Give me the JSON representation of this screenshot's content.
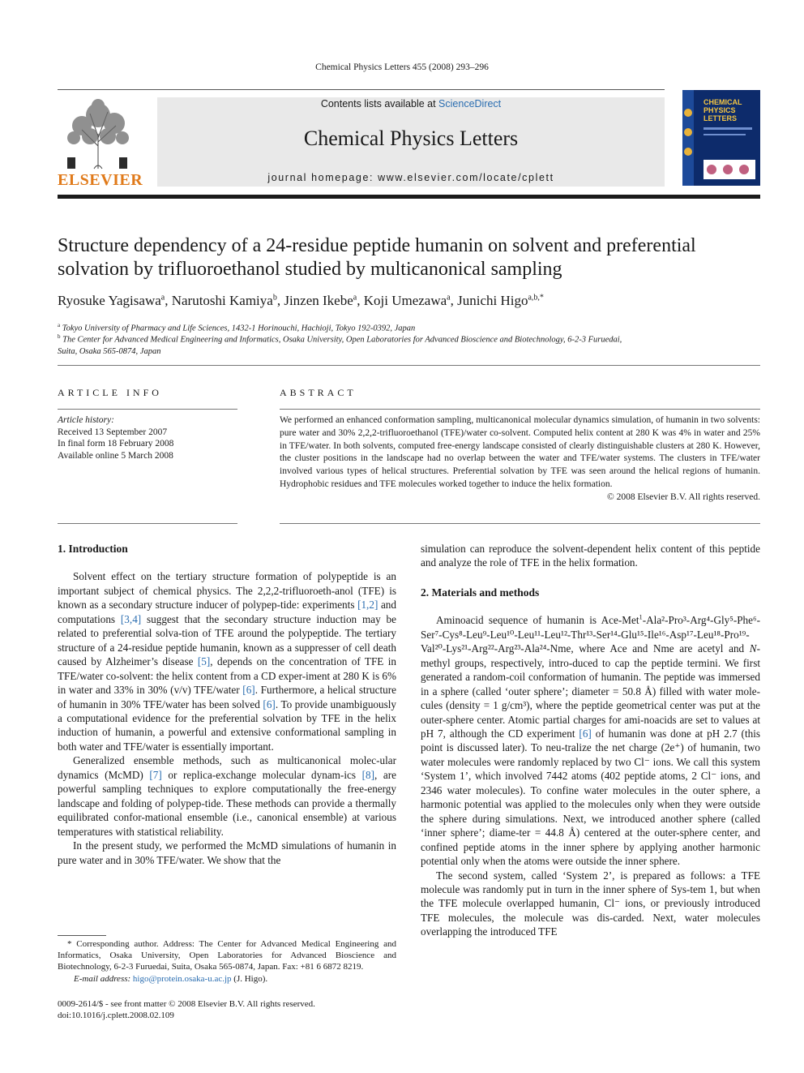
{
  "header": {
    "citation": "Chemical Physics Letters 455 (2008) 293–296",
    "contents_prefix": "Contents lists available at ",
    "contents_link": "ScienceDirect",
    "journal_name": "Chemical Physics Letters",
    "homepage": "journal homepage: www.elsevier.com/locate/cplett",
    "publisher": "ELSEVIER",
    "cover_title_line1": "CHEMICAL",
    "cover_title_line2": "PHYSICS",
    "cover_title_line3": "LETTERS"
  },
  "article": {
    "title": "Structure dependency of a 24-residue peptide humanin on solvent and preferential solvation by trifluoroethanol studied by multicanonical sampling",
    "authors": [
      {
        "name": "Ryosuke Yagisawa",
        "aff": "a"
      },
      {
        "name": "Narutoshi Kamiya",
        "aff": "b"
      },
      {
        "name": "Jinzen Ikebe",
        "aff": "a"
      },
      {
        "name": "Koji Umezawa",
        "aff": "a"
      },
      {
        "name": "Junichi Higo",
        "aff": "a,b,*"
      }
    ],
    "affiliation_a": "Tokyo University of Pharmacy and Life Sciences, 1432-1 Horinouchi, Hachioji, Tokyo 192-0392, Japan",
    "affiliation_b_line1": "The Center for Advanced Medical Engineering and Informatics, Osaka University, Open Laboratories for Advanced Bioscience and Biotechnology, 6-2-3 Furuedai,",
    "affiliation_b_line2": "Suita, Osaka 565-0874, Japan"
  },
  "info": {
    "heading": "ARTICLE INFO",
    "history_label": "Article history:",
    "received": "Received 13 September 2007",
    "final_form": "In final form 18 February 2008",
    "online": "Available online 5 March 2008"
  },
  "abstract": {
    "heading": "ABSTRACT",
    "text": "We performed an enhanced conformation sampling, multicanonical molecular dynamics simulation, of humanin in two solvents: pure water and 30% 2,2,2-trifluoroethanol (TFE)/water co-solvent. Computed helix content at 280 K was 4% in water and 25% in TFE/water. In both solvents, computed free-energy landscape consisted of clearly distinguishable clusters at 280 K. However, the cluster positions in the landscape had no overlap between the water and TFE/water systems. The clusters in TFE/water involved various types of helical structures. Preferential solvation by TFE was seen around the helical regions of humanin. Hydrophobic residues and TFE molecules worked together to induce the helix formation.",
    "copyright": "© 2008 Elsevier B.V. All rights reserved."
  },
  "body": {
    "intro_heading": "1.  Introduction",
    "intro_p1_a": "Solvent effect on the tertiary structure formation of polypeptide is an important subject of chemical physics. The 2,2,2-trifluoroeth-anol (TFE) is known as a secondary structure inducer of polypep-tide: experiments ",
    "ref_1_2": "[1,2]",
    "intro_p1_b": " and computations ",
    "ref_3_4": "[3,4]",
    "intro_p1_c": " suggest that the secondary structure induction may be related to preferential solva-tion of TFE around the polypeptide. The tertiary structure of a 24-residue peptide humanin, known as a suppresser of cell death caused by Alzheimer’s disease ",
    "ref_5": "[5]",
    "intro_p1_d": ", depends on the concentration of TFE in TFE/water co-solvent: the helix content from a CD exper-iment at 280 K is 6% in water and 33% in 30% (v/v) TFE/water ",
    "ref_6a": "[6]",
    "intro_p1_e": ". Furthermore, a helical structure of humanin in 30% TFE/water has been solved ",
    "ref_6b": "[6]",
    "intro_p1_f": ". To provide unambiguously a computational evidence for the preferential solvation by TFE in the helix induction of humanin, a powerful and extensive conformational sampling in both water and TFE/water is essentially important.",
    "intro_p2_a": "Generalized ensemble methods, such as multicanonical molec-ular dynamics (McMD) ",
    "ref_7": "[7]",
    "intro_p2_b": " or replica-exchange molecular dynam-ics ",
    "ref_8": "[8]",
    "intro_p2_c": ", are powerful sampling techniques to explore computationally the free-energy landscape and folding of polypep-tide. These methods can provide a thermally equilibrated confor-mational ensemble (i.e., canonical ensemble) at various temperatures with statistical reliability.",
    "intro_p3": "In the present study, we performed the McMD simulations of humanin in pure water and in 30% TFE/water. We show that the",
    "right_p0": "simulation can reproduce the solvent-dependent helix content of this peptide and analyze the role of TFE in the helix formation.",
    "methods_heading": "2.  Materials and methods",
    "methods_p1_a": "Aminoacid sequence of humanin is Ace-Met",
    "methods_p1_seq": "-Ala²-Pro³-Arg⁴-Gly⁵-Phe⁶-Ser⁷-Cys⁸-Leu⁹-Leu¹⁰-Leu¹¹-Leu¹²-Thr¹³-Ser¹⁴-Glu¹⁵-Ile¹⁶-Asp¹⁷-Leu¹⁸-Pro¹⁹-Val²⁰-Lys²¹-Arg²²-Arg²³-Ala²⁴-Nme, where Ace and Nme are acetyl and ",
    "methods_p1_n": "N",
    "methods_p1_b": "-methyl groups, respectively, intro-duced to cap the peptide termini. We first generated a random-coil conformation of humanin. The peptide was immersed in a sphere (called ‘outer sphere’; diameter = 50.8 Å) filled with water mole-cules (density = 1 g/cm³), where the peptide geometrical center was put at the outer-sphere center. Atomic partial charges for ami-noacids are set to values at pH 7, although the CD experiment ",
    "ref_6c": "[6]",
    "methods_p1_c": " of humanin was done at pH 2.7 (this point is discussed later). To neu-tralize the net charge (2e⁺) of humanin, two water molecules were randomly replaced by two Cl⁻ ions. We call this system ‘System 1’, which involved 7442 atoms (402 peptide atoms, 2 Cl⁻ ions, and 2346 water molecules). To confine water molecules in the outer sphere, a harmonic potential was applied to the molecules only when they were outside the sphere during simulations. Next, we introduced another sphere (called ‘inner sphere’; diame-ter = 44.8 Å) centered at the outer-sphere center, and confined peptide atoms in the inner sphere by applying another harmonic potential only when the atoms were outside the inner sphere.",
    "methods_p2": "The second system, called ‘System 2’, is prepared as follows: a TFE molecule was randomly put in turn in the inner sphere of Sys-tem 1, but when the TFE molecule overlapped humanin, Cl⁻ ions, or previously introduced TFE molecules, the molecule was dis-carded. Next, water molecules overlapping the introduced TFE"
  },
  "footnote": {
    "text": "* Corresponding author. Address: The Center for Advanced Medical Engineering and Informatics, Osaka University, Open Laboratories for Advanced Bioscience and Biotechnology, 6-2-3 Furuedai, Suita, Osaka 565-0874, Japan. Fax: +81 6 6872 8219.",
    "email_label": "E-mail address:",
    "email": "higo@protein.osaka-u.ac.jp",
    "email_suffix": " (J. Higo)."
  },
  "bottom": {
    "issn": "0009-2614/$ - see front matter © 2008 Elsevier B.V. All rights reserved.",
    "doi": "doi:10.1016/j.cplett.2008.02.109"
  },
  "colors": {
    "link": "#2a6db0",
    "publisher": "#e07a1a",
    "cover": "#0d2b6b"
  }
}
